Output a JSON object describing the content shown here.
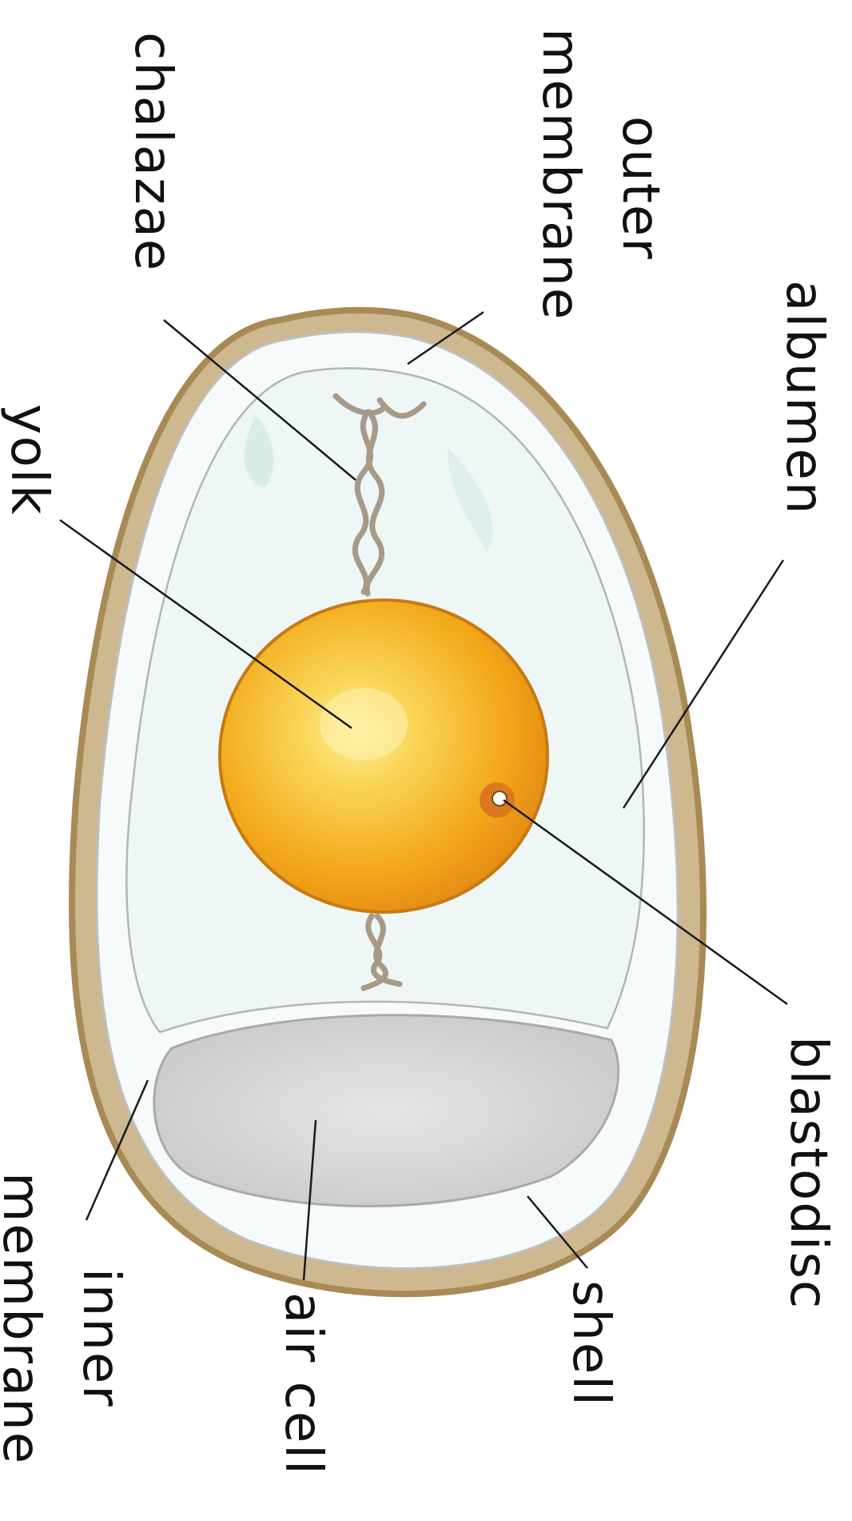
{
  "labels": {
    "albumen": "albumen",
    "outer_membrane_line1": "outer",
    "outer_membrane_line2": "membrane",
    "chalazae": "chalazae",
    "yolk": "yolk",
    "blastodisc": "blastodisc",
    "shell": "shell",
    "air_cell": "air cell",
    "inner_membrane_line1": "inner",
    "inner_membrane_line2": "membrane"
  },
  "colors": {
    "shell": "#b89a6a",
    "shell_inner": "#cdb88f",
    "albumen": "#eef6f6",
    "yolk_light": "#f9d75a",
    "yolk": "#f3a818",
    "yolk_dark": "#e08614",
    "air_cell": "#d9d9d9",
    "chalazae": "#a89a88",
    "blastodisc": "#d97a20",
    "text": "#111111",
    "leader_line": "#1a1a1a"
  }
}
